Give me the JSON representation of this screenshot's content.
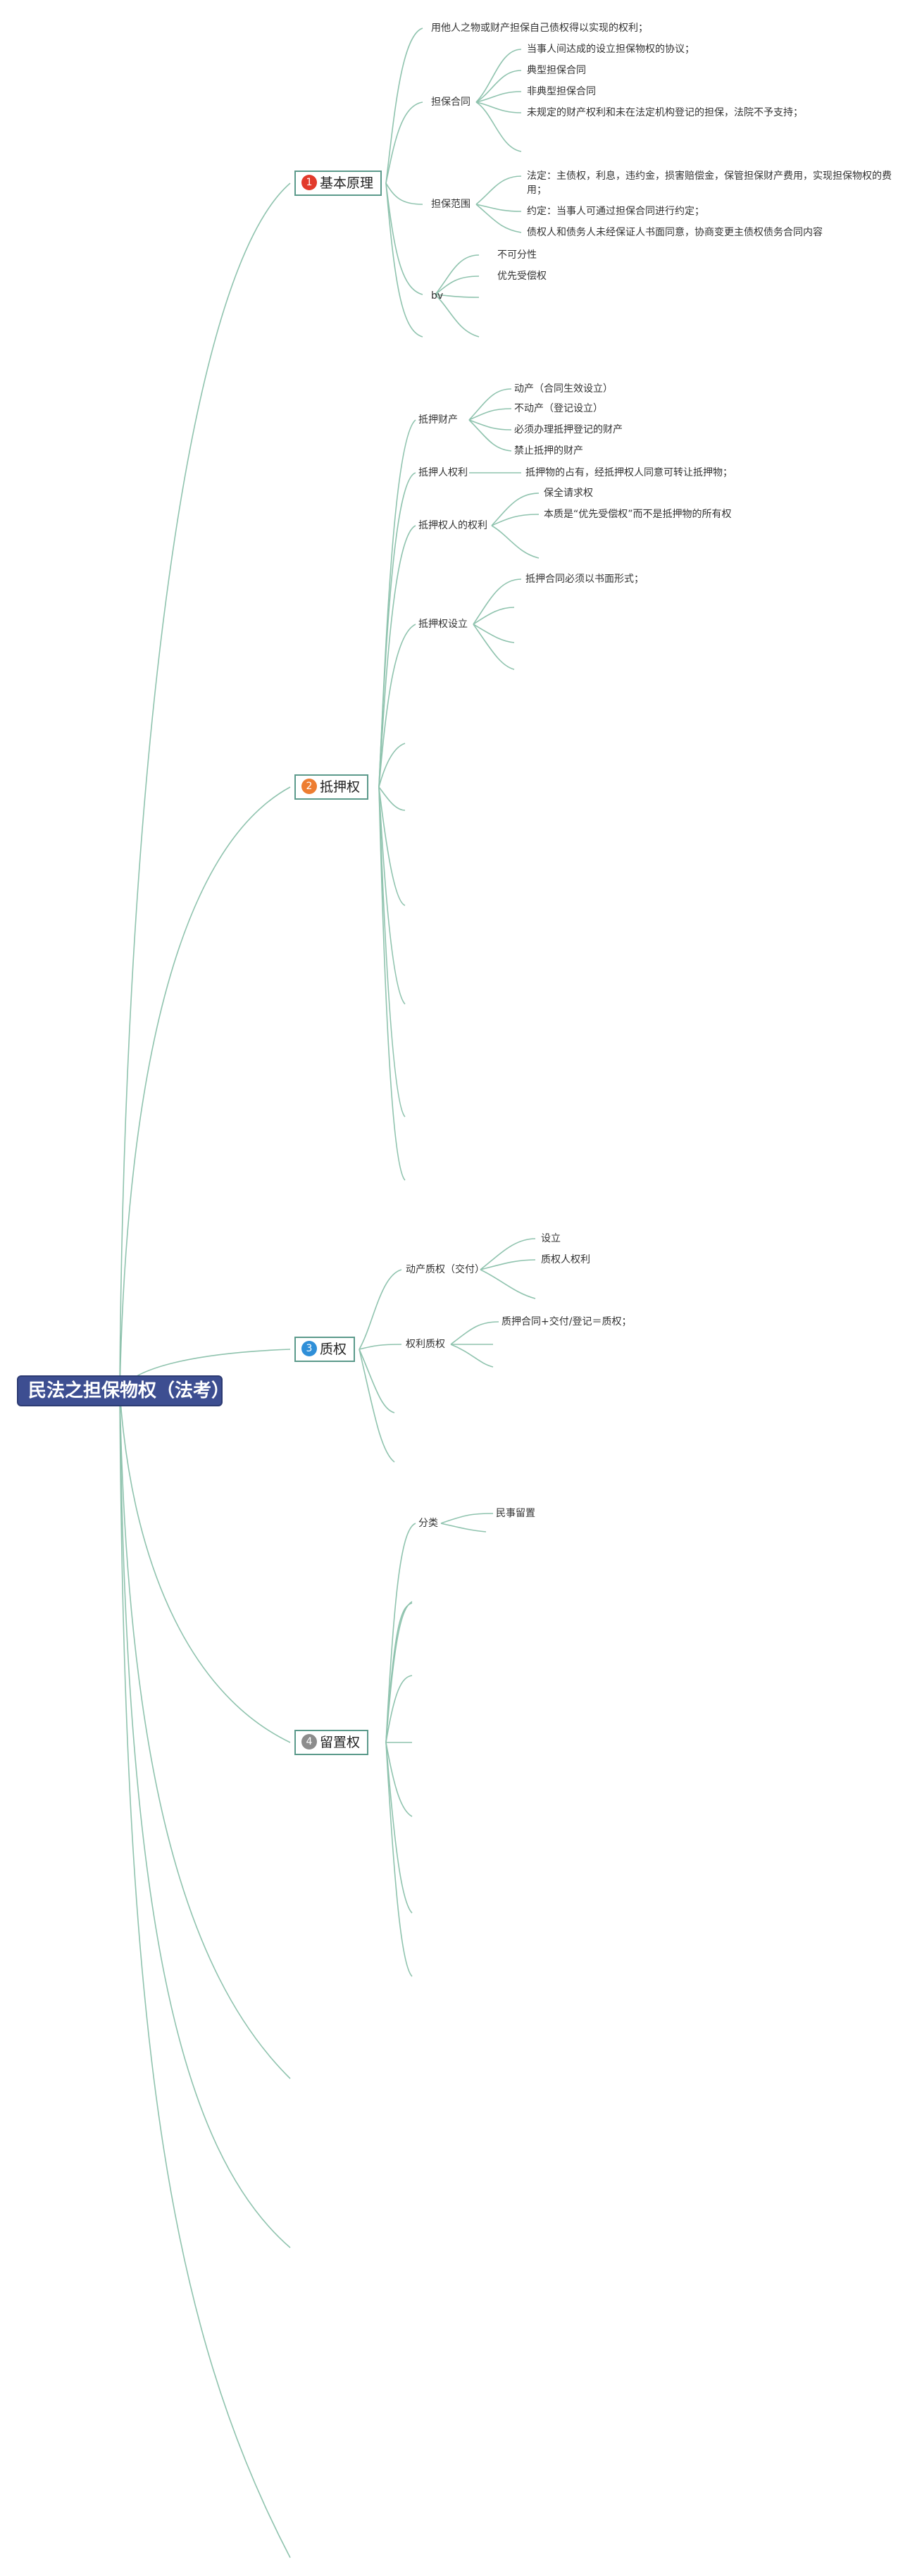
{
  "root": {
    "label": "民法之担保物权（法考）"
  },
  "colors": {
    "root_bg": "#3d4e91",
    "link": "#8fc3ae",
    "branch_border": "#5b9a8b"
  },
  "branches": [
    {
      "number": "1",
      "label": "基本原理",
      "children": [
        {
          "label": "用他人之物或财产担保自己债权得以实现的权利；"
        },
        {
          "label": "担保合同",
          "children": [
            "当事人间达成的设立担保物权的协议；",
            "典型担保合同",
            "非典型担保合同",
            "未规定的财产权利和未在法定机构登记的担保，法院不予支持；"
          ]
        },
        {
          "label": "担保范围",
          "children": [
            "法定：主债权，利息，违约金，损害赔偿金，保管担保财产费用，实现担保物权的费用；",
            "约定：当事人可通过担保合同进行约定；",
            "债权人和债务人未经保证人书面同意，协商变更主债权债务合同内容"
          ]
        },
        {
          "label": "bv",
          "children": [
            "不可分性",
            "优先受偿权"
          ]
        }
      ]
    },
    {
      "number": "2",
      "label": "抵押权",
      "children": [
        {
          "label": "抵押财产",
          "children": [
            "动产（合同生效设立）",
            "不动产（登记设立）",
            "必须办理抵押登记的财产",
            "禁止抵押的财产"
          ]
        },
        {
          "label": "抵押人权利",
          "children": [
            "抵押物的占有，经抵押权人同意可转让抵押物；"
          ]
        },
        {
          "label": "抵押权人的权利",
          "children": [
            "保全请求权",
            "本质是“优先受偿权”而不是抵押物的所有权"
          ]
        },
        {
          "label": "抵押权设立",
          "children": [
            "抵押合同必须以书面形式；"
          ]
        }
      ]
    },
    {
      "number": "3",
      "label": "质权",
      "children": [
        {
          "label": "动产质权（交付）",
          "children": [
            "设立",
            "质权人权利"
          ]
        },
        {
          "label": "权利质权",
          "children": [
            "质押合同+交付/登记＝质权；"
          ]
        }
      ]
    },
    {
      "number": "4",
      "label": "留置权",
      "children": [
        {
          "label": "分类",
          "children": [
            "民事留置"
          ]
        }
      ]
    }
  ]
}
